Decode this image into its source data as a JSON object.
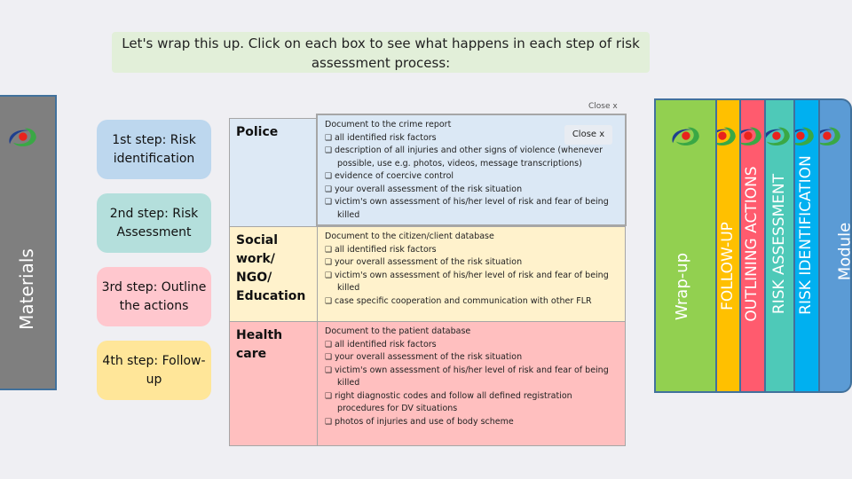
{
  "banner": {
    "text": "Let's wrap this up. Click on each box to see what happens in each step of risk assessment process:"
  },
  "materials": {
    "label": "Materials",
    "color": "#7f7f7f"
  },
  "steps": [
    {
      "label": "1st step: Risk identification",
      "color": "#bdd7ee"
    },
    {
      "label": "2nd step: Risk Assessment",
      "color": "#b4dfdc"
    },
    {
      "label": "3rd step: Outline the actions",
      "color": "#ffc7ce"
    },
    {
      "label": "4th step: Follow-up",
      "color": "#ffe699"
    }
  ],
  "rows": [
    {
      "sector": "Police",
      "color": "#dde9f5",
      "heading": "",
      "items": []
    },
    {
      "sector": "Social work/ NGO/ Education",
      "color": "#fff2cc",
      "heading": "Document to the citizen/client database",
      "items": [
        "all identified risk factors",
        "your overall assessment of the risk situation",
        "victim's own assessment of his/her level of risk and fear of being killed",
        "case specific cooperation and communication with other FLR"
      ]
    },
    {
      "sector": "Health care",
      "color": "#ffbfbf",
      "heading": "Document to the patient database",
      "items": [
        "all identified risk factors",
        "your overall assessment of the risk situation",
        "victim's own assessment of his/her level of risk and fear of being killed",
        "right diagnostic codes and follow all defined registration procedures for DV situations",
        "photos of injuries and use of body scheme"
      ]
    }
  ],
  "popup": {
    "heading": "Document to the crime report",
    "items": [
      "all identified risk factors",
      "description of all injuries and other signs of violence (whenever possible, use e.g. photos, videos, message transcriptions)",
      "evidence of coercive control",
      "your overall assessment of the risk situation",
      "victim's own assessment of his/her level of risk and fear of being killed"
    ],
    "close_label": "Close x",
    "behind_close_label": "Close x"
  },
  "tabs": [
    {
      "label": "Module",
      "color": "#5b9bd5"
    },
    {
      "label": "RISK IDENTIFICATION",
      "color": "#00b0f0"
    },
    {
      "label": "RISK ASSESSMENT",
      "color": "#4ec9b8"
    },
    {
      "label": "OUTLINING ACTIONS",
      "color": "#ff5b6e"
    },
    {
      "label": "FOLLOW-UP",
      "color": "#ffc000"
    },
    {
      "label": "Wrap-up",
      "color": "#92d050"
    }
  ]
}
